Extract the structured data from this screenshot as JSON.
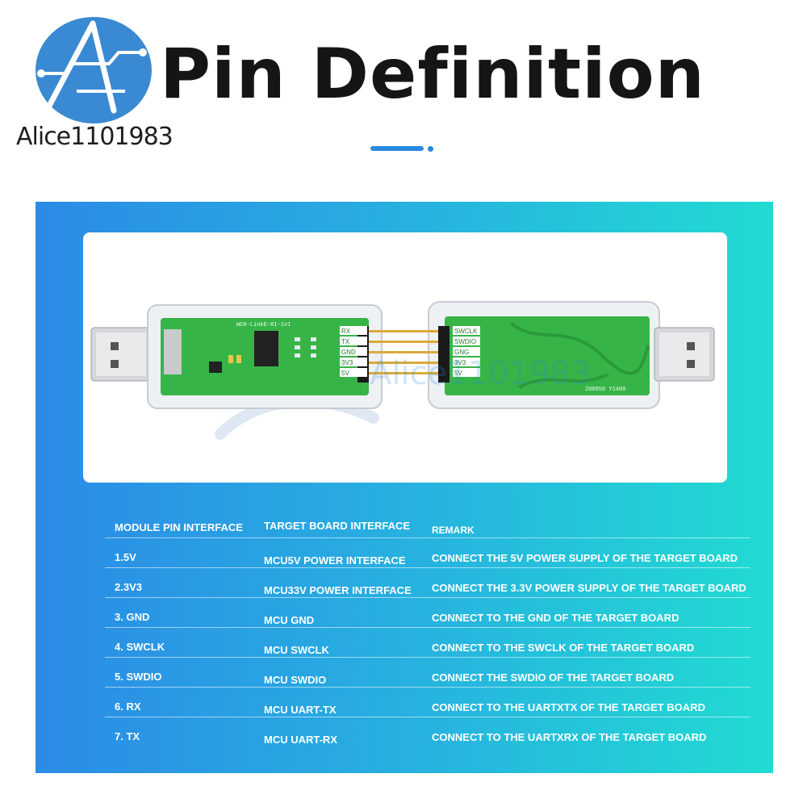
{
  "logo": {
    "text": "Alice1101983",
    "circle_color": "#3a8ad3"
  },
  "title": "Pin Definition",
  "accent_color": "#2a8ae0",
  "board": {
    "left_pins": [
      "RX",
      "TX",
      "GND",
      "3V3",
      "5V"
    ],
    "right_pins": [
      "SWCLK",
      "SWDIO",
      "GNG",
      "3V3",
      "5V"
    ],
    "left_silk": "WCH-LinkE-R1-1v1",
    "right_silk": "208850 Y1400",
    "watermark": "Alice1101983"
  },
  "table": {
    "headers": [
      "MODULE PIN INTERFACE",
      "TARGET BOARD INTERFACE",
      "REMARK"
    ],
    "rows": [
      [
        "1.5V",
        "MCU5V POWER INTERFACE",
        "CONNECT THE 5V POWER SUPPLY OF THE TARGET BOARD"
      ],
      [
        "2.3V3",
        "MCU33V POWER INTERFACE",
        "CONNECT THE 3.3V POWER SUPPLY OF THE TARGET BOARD"
      ],
      [
        "3. GND",
        "MCU GND",
        "CONNECT TO THE GND OF THE TARGET BOARD"
      ],
      [
        "4. SWCLK",
        "MCU SWCLK",
        "CONNECT TO THE SWCLK OF THE TARGET BOARD"
      ],
      [
        "5. SWDIO",
        "MCU SWDIO",
        "CONNECT THE SWDIO OF THE TARGET BOARD"
      ],
      [
        "6. RX",
        "MCU UART-TX",
        "CONNECT TO THE UARTXTX OF THE TARGET BOARD"
      ],
      [
        "7. TX",
        "MCU UART-RX",
        "CONNECT TO THE UARTXRX OF THE TARGET BOARD"
      ]
    ]
  }
}
